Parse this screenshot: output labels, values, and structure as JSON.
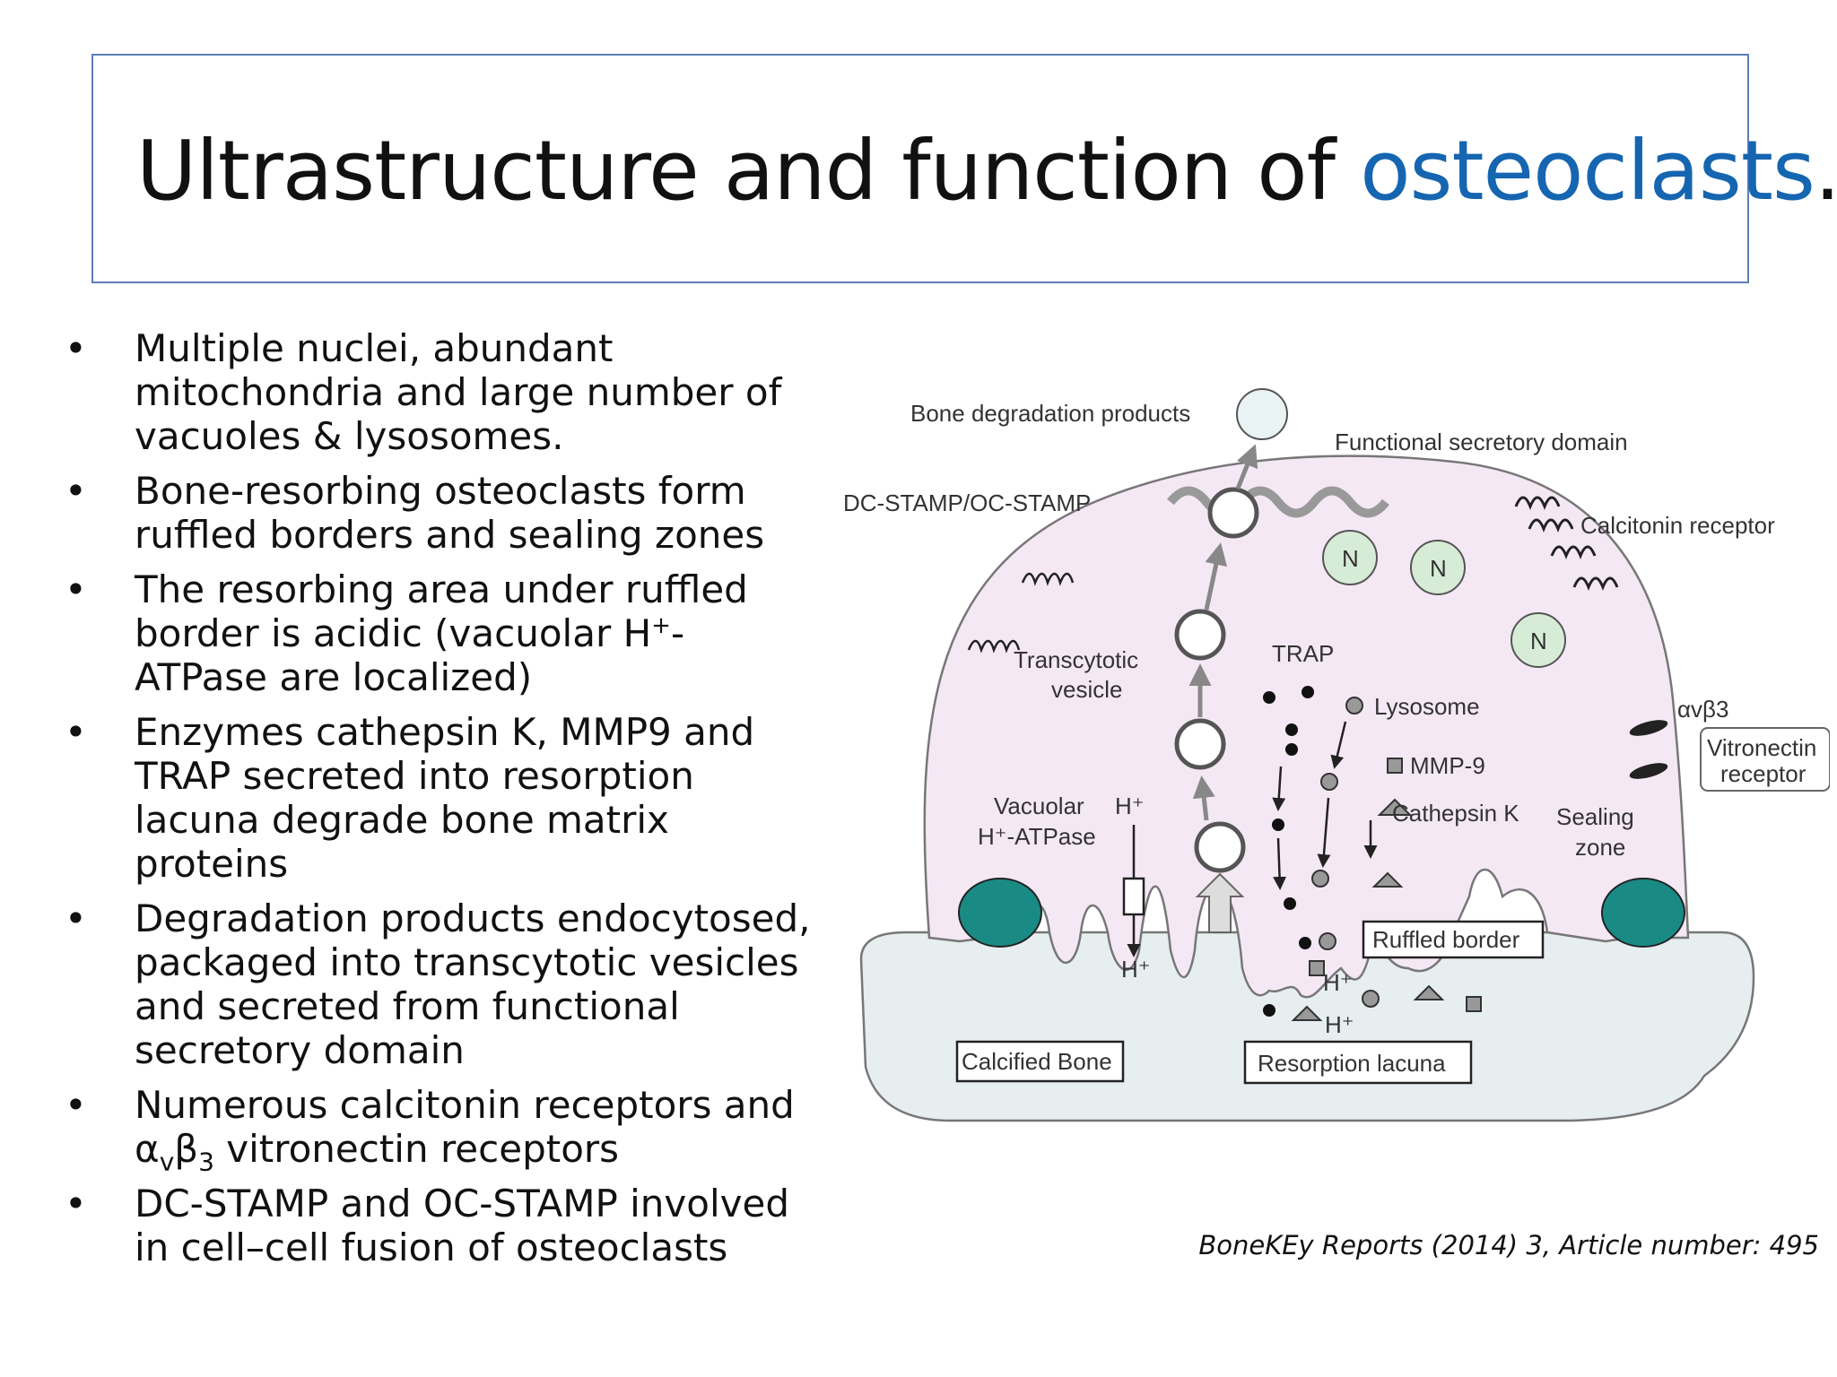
{
  "slide": {
    "title_main": "Ultrastructure and function of ",
    "title_accent": "osteoclasts",
    "title_end": ".",
    "colors": {
      "accent": "#1565b0",
      "cell": "#f5e8f5",
      "bone": "#e6eef0",
      "sealing": "#1a8a84"
    },
    "bullets": [
      {
        "text": "Multiple nuclei, abundant mitochondria and large number of vacuoles & lysosomes."
      },
      {
        "text": "Bone-resorbing osteoclasts form ruffled borders and sealing zones"
      },
      {
        "a": "The resorbing area under ruffled border is acidic (vacuolar H",
        "sup": "+",
        "b": "-ATPase are localized)"
      },
      {
        "text": "Enzymes cathepsin K, MMP9 and TRAP secreted into resorption lacuna  degrade bone matrix proteins"
      },
      {
        "text": "Degradation products endocytosed, packaged into transcytotic vesicles and secreted from functional secretory domain"
      },
      {
        "a": "Numerous calcitonin receptors and α",
        "sub1": "v",
        "m": "β",
        "sub2": "3",
        "b": " vitronectin receptors"
      },
      {
        "text": "DC-STAMP and OC-STAMP involved in cell–cell fusion of osteoclasts"
      }
    ],
    "citation": "BoneKEy Reports (2014) 3, Article number: 495"
  },
  "diagram": {
    "labels": {
      "bone_degradation": "Bone degradation products",
      "secretory_domain": "Functional secretory domain",
      "dc_stamp": "DC-STAMP/OC-STAMP",
      "calcitonin": "Calcitonin receptor",
      "transcytotic_1": "Transcytotic",
      "transcytotic_2": "vesicle",
      "trap": "TRAP",
      "lysosome": "Lysosome",
      "avb3": "αvβ3",
      "vitronectin_1": "Vitronectin",
      "vitronectin_2": "receptor",
      "mmp9": "MMP-9",
      "cathepsin": "Cathepsin K",
      "vacuolar_1": "Vacuolar",
      "vacuolar_2": "H⁺-ATPase",
      "sealing_1": "Sealing",
      "sealing_2": "zone",
      "ruffled": "Ruffled border",
      "calcified": "Calcified Bone",
      "lacuna": "Resorption lacuna",
      "nucleus": "N",
      "hplus": "H⁺"
    }
  }
}
